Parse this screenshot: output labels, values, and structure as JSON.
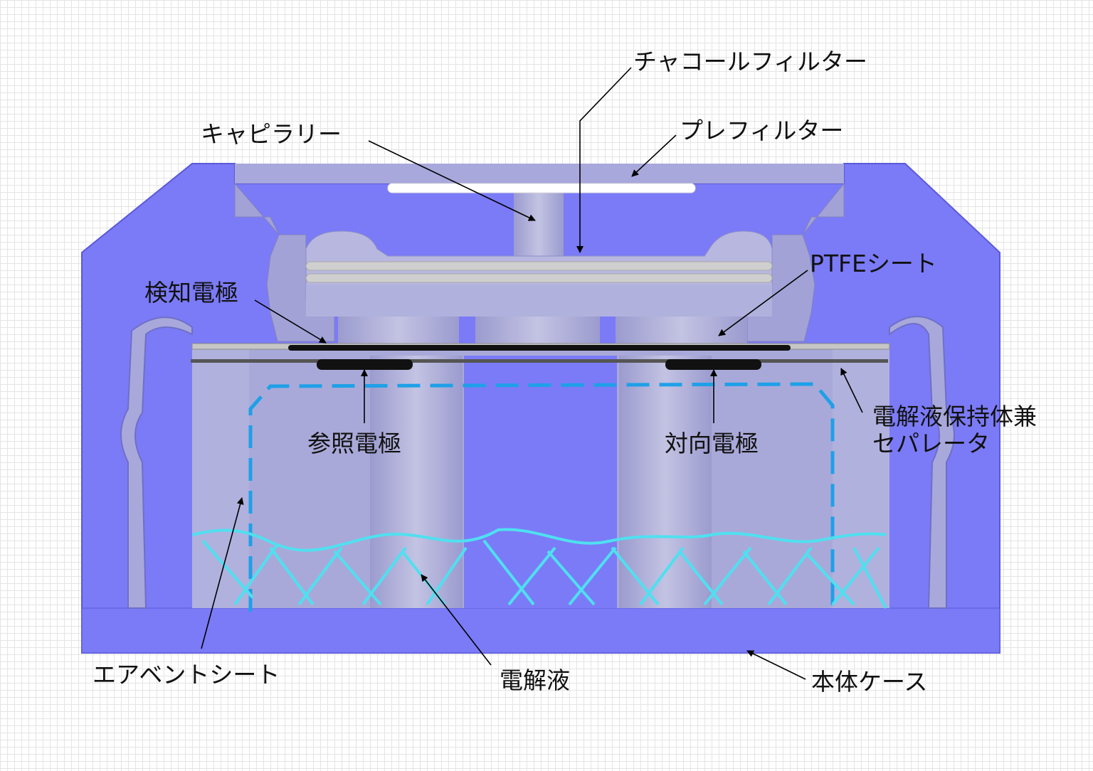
{
  "labels": {
    "charcoal_filter": "チャコールフィルター",
    "prefilter": "プレフィルター",
    "capillary": "キャピラリー",
    "ptfe_sheet": "PTFEシート",
    "sensing_electrode": "検知電極",
    "reference_electrode": "参照電極",
    "counter_electrode": "対向電極",
    "separator_line1": "電解液保持体兼",
    "separator_line2": "セパレータ",
    "air_vent_sheet": "エアベントシート",
    "electrolyte": "電解液",
    "body_case": "本体ケース"
  },
  "colors": {
    "case": "#7b7bf7",
    "interior": "#a9a9d9",
    "electrode": "#111111",
    "air_vent": "#1ea0e8",
    "electrolyte": "#4fe0f0",
    "filter": "#cfcfcf"
  }
}
